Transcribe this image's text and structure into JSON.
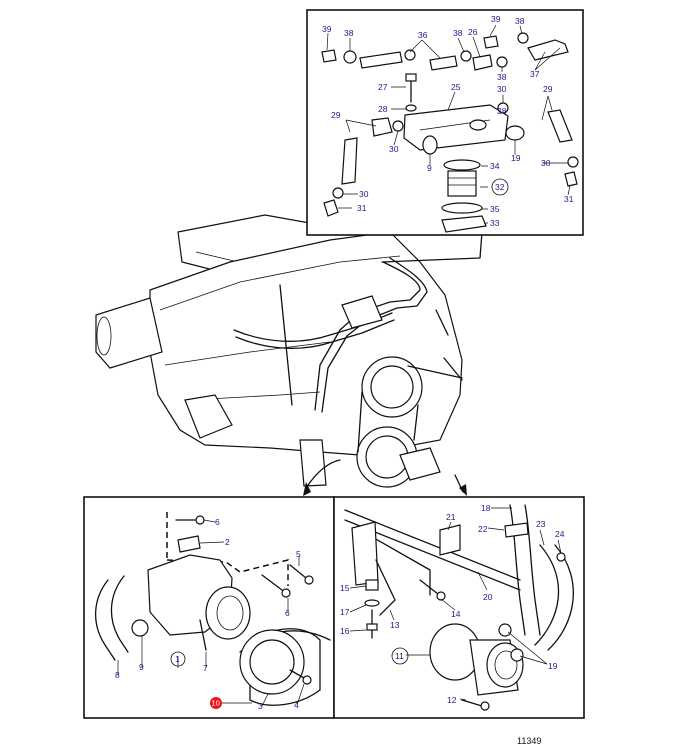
{
  "drawing": {
    "reference_number": "11349",
    "highlighted_callout": "10"
  },
  "callouts": {
    "top": [
      {
        "id": "t39a",
        "text": "39"
      },
      {
        "id": "t38a",
        "text": "38"
      },
      {
        "id": "t36",
        "text": "36"
      },
      {
        "id": "t38b",
        "text": "38"
      },
      {
        "id": "t26",
        "text": "26"
      },
      {
        "id": "t39b",
        "text": "39"
      },
      {
        "id": "t38c",
        "text": "38"
      },
      {
        "id": "t38d",
        "text": "38"
      },
      {
        "id": "t37",
        "text": "37"
      },
      {
        "id": "t27",
        "text": "27"
      },
      {
        "id": "t25",
        "text": "25"
      },
      {
        "id": "t30a",
        "text": "30"
      },
      {
        "id": "t28",
        "text": "28"
      },
      {
        "id": "t29a",
        "text": "29"
      },
      {
        "id": "t29b",
        "text": "29"
      },
      {
        "id": "t38e",
        "text": "38"
      },
      {
        "id": "t30b",
        "text": "30"
      },
      {
        "id": "t9",
        "text": "9"
      },
      {
        "id": "t19",
        "text": "19"
      },
      {
        "id": "t34",
        "text": "34"
      },
      {
        "id": "t30c",
        "text": "30"
      },
      {
        "id": "t32",
        "text": "32"
      },
      {
        "id": "t30d",
        "text": "30"
      },
      {
        "id": "t35",
        "text": "35"
      },
      {
        "id": "t31a",
        "text": "31"
      },
      {
        "id": "t31b",
        "text": "31"
      },
      {
        "id": "t33",
        "text": "33"
      }
    ],
    "bottom_left": [
      {
        "id": "l6a",
        "text": "6"
      },
      {
        "id": "l2",
        "text": "2"
      },
      {
        "id": "l5",
        "text": "5"
      },
      {
        "id": "l6b",
        "text": "6"
      },
      {
        "id": "l8",
        "text": "8"
      },
      {
        "id": "l9",
        "text": "9"
      },
      {
        "id": "l1",
        "text": "1"
      },
      {
        "id": "l7",
        "text": "7"
      },
      {
        "id": "l3",
        "text": "3"
      },
      {
        "id": "l4",
        "text": "4"
      }
    ],
    "bottom_right": [
      {
        "id": "r18",
        "text": "18"
      },
      {
        "id": "r21",
        "text": "21"
      },
      {
        "id": "r22",
        "text": "22"
      },
      {
        "id": "r23",
        "text": "23"
      },
      {
        "id": "r24",
        "text": "24"
      },
      {
        "id": "r15",
        "text": "15"
      },
      {
        "id": "r17",
        "text": "17"
      },
      {
        "id": "r16",
        "text": "16"
      },
      {
        "id": "r14",
        "text": "14"
      },
      {
        "id": "r20",
        "text": "20"
      },
      {
        "id": "r13",
        "text": "13"
      },
      {
        "id": "r11",
        "text": "11"
      },
      {
        "id": "r19",
        "text": "19"
      },
      {
        "id": "r12",
        "text": "12"
      }
    ]
  },
  "colors": {
    "line": "#111111",
    "callout_text": "#1a1a8c",
    "highlight": "#e8161b",
    "background": "#ffffff"
  }
}
